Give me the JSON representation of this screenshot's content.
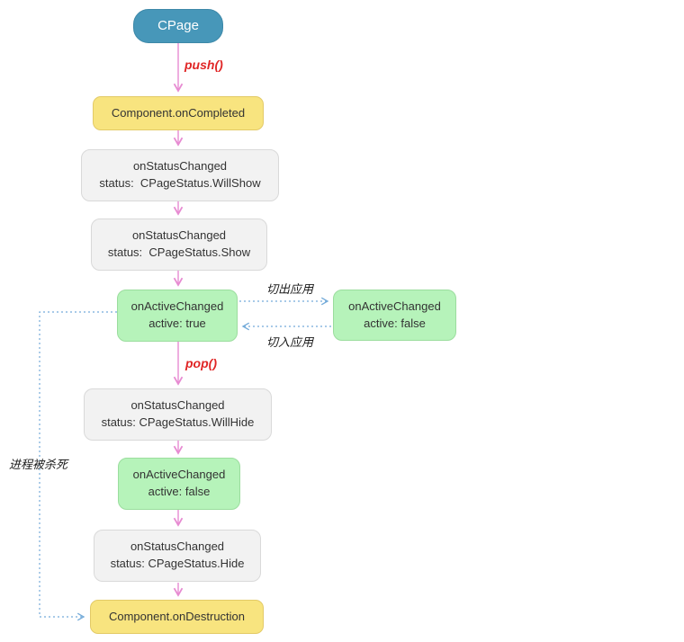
{
  "diagram": {
    "nodes": {
      "cpage": {
        "label": "CPage"
      },
      "on_completed": {
        "label": "Component.onCompleted"
      },
      "status_will_show": {
        "line1": "onStatusChanged",
        "line2": "status:  CPageStatus.WillShow"
      },
      "status_show": {
        "line1": "onStatusChanged",
        "line2": "status:  CPageStatus.Show"
      },
      "active_true": {
        "line1": "onActiveChanged",
        "line2": "active: true"
      },
      "active_false_side": {
        "line1": "onActiveChanged",
        "line2": "active: false"
      },
      "status_will_hide": {
        "line1": "onStatusChanged",
        "line2": "status: CPageStatus.WillHide"
      },
      "active_false": {
        "line1": "onActiveChanged",
        "line2": "active: false"
      },
      "status_hide": {
        "line1": "onStatusChanged",
        "line2": "status: CPageStatus.Hide"
      },
      "on_destruction": {
        "label": "Component.onDestruction"
      }
    },
    "edge_labels": {
      "push": "push()",
      "pop": "pop()",
      "switch_out": "切出应用",
      "switch_in": "切入应用",
      "process_killed": "进程被杀死"
    },
    "colors": {
      "node_blue": "#4797B9",
      "node_yellow": "#F8E47F",
      "node_yellow_border": "#E3CA67",
      "node_gray": "#F2F2F2",
      "node_gray_border": "#D9D9D9",
      "node_green": "#B6F3BA",
      "node_green_border": "#9BDD9E",
      "arrow_pink": "#E78BD2",
      "arrow_blue": "#74ABD9",
      "label_red": "#E02626"
    }
  }
}
